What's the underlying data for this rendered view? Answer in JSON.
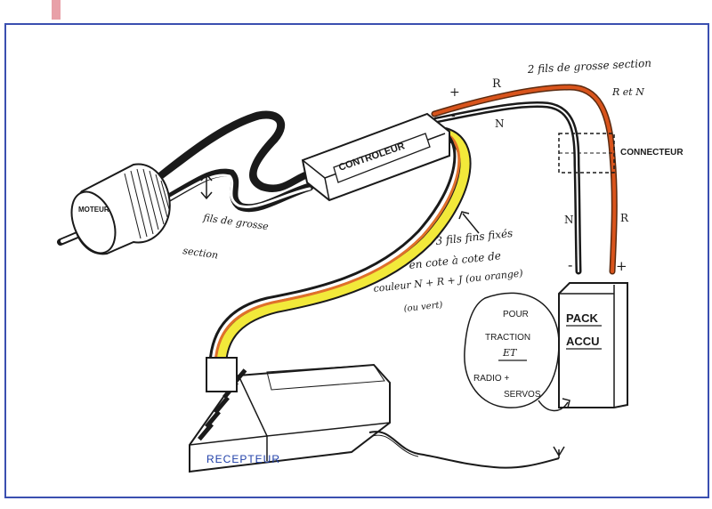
{
  "labels": {
    "moteur": "MOTEUR",
    "controleur": "CONTROLEUR",
    "connecteur": "CONNECTEUR",
    "pack": "PACK",
    "accu": "ACCU",
    "recepteur": "RECEPTEUR",
    "plus_top": "+",
    "minus_top": "-",
    "r_top": "R",
    "n_top": "N",
    "two_wires_line1": "2 fils de grosse section",
    "two_wires_line2": "R et N",
    "n_side": "N",
    "r_side": "R",
    "minus_pack": "-",
    "plus_pack": "+",
    "motor_wires_line1": "fils de grosse",
    "motor_wires_line2": "section",
    "three_wires_line1": "3 fils fins fixés",
    "three_wires_line2": "en cote à cote de",
    "three_wires_line3": "couleur N + R + J (ou orange)",
    "three_wires_line4": "(ou vert)",
    "pour": "POUR",
    "traction": "TRACTION",
    "et": "ET",
    "radio": "RADIO +",
    "servos": "SERVOS"
  },
  "colors": {
    "paper": "#ffffff",
    "frame": "#3a4fb0",
    "ink": "#1a1a1a",
    "red_wire": "#d9541c",
    "yellow_wire": "#f2e93a",
    "orange_wire": "#e0702a",
    "label_blue": "#1f3fa8"
  }
}
